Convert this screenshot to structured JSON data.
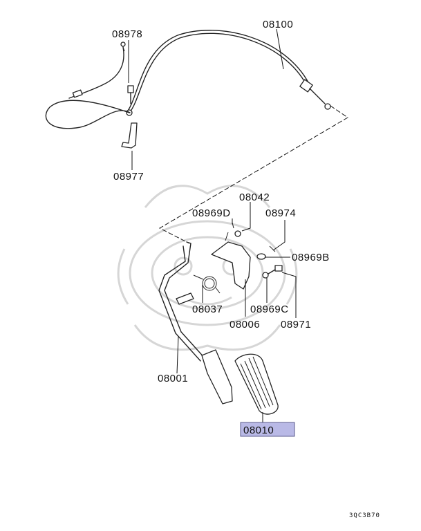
{
  "labels": {
    "p08978": "08978",
    "p08100": "08100",
    "p08977": "08977",
    "p08042": "08042",
    "p08969D": "08969D",
    "p08974": "08974",
    "p08969B": "08969B",
    "p08037": "08037",
    "p08969C": "08969C",
    "p08006": "08006",
    "p08971": "08971",
    "p08001": "08001",
    "p08010": "08010"
  },
  "highlight": {
    "part": "08010",
    "fill_color": "#b9b9e6",
    "border_color": "#5a5a8c"
  },
  "diagram_code": "3QC3B70"
}
